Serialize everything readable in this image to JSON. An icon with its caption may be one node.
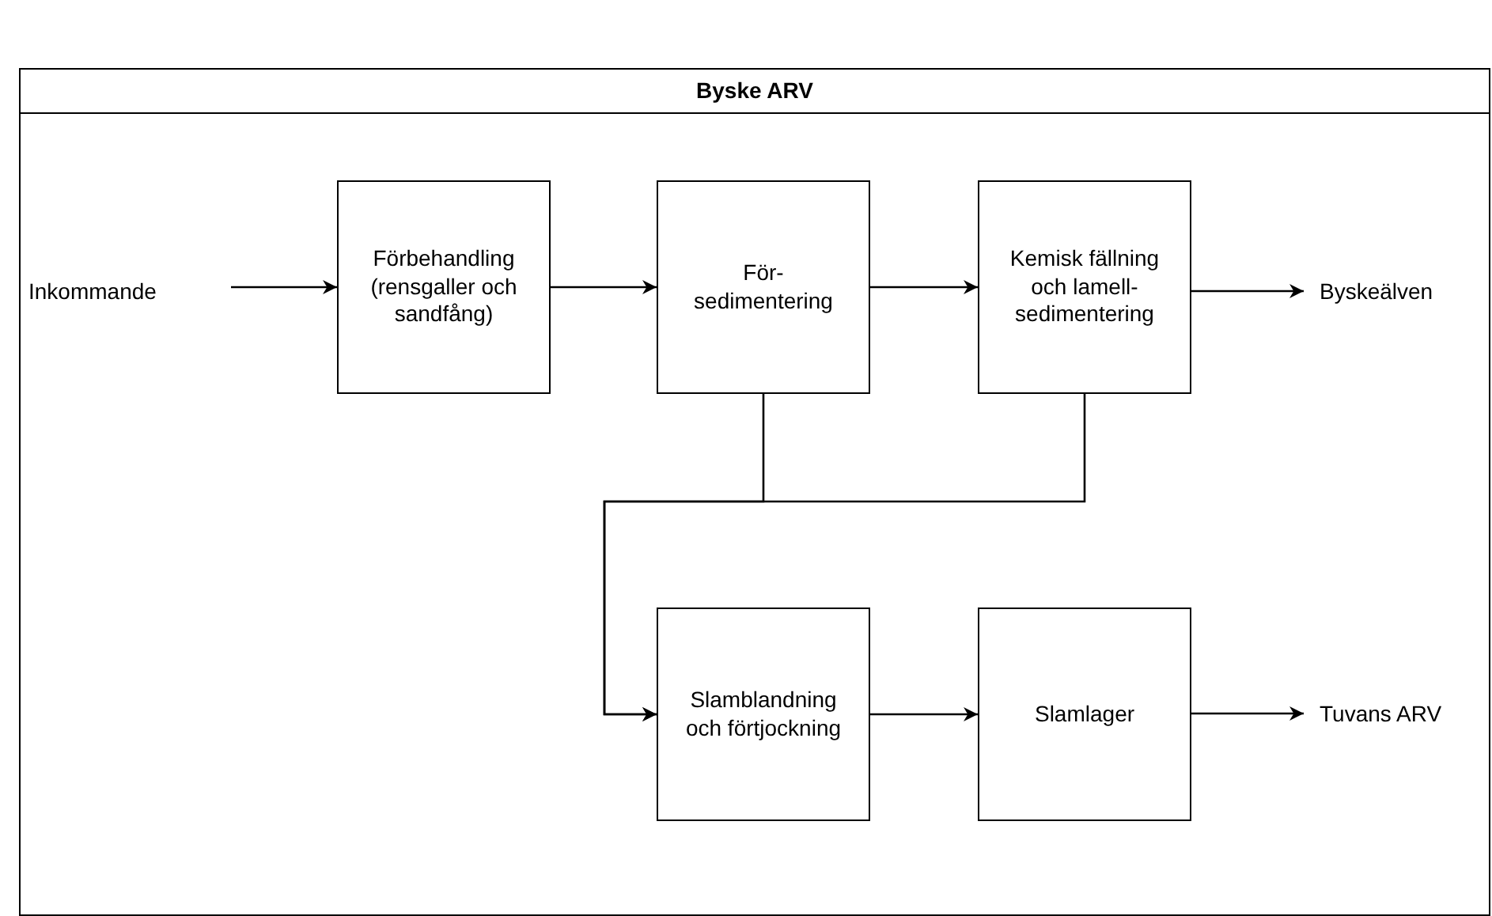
{
  "diagram": {
    "nodes": [
      {
        "text": [
          "Byske ARV"
        ]
      },
      {
        "text": [
          "Inkommande"
        ],
        "in": 0
      },
      {
        "text": [
          "Förbehandling (rensgaller och sandfång)"
        ],
        "in": 0
      },
      {
        "text": [
          "För-sedimentering"
        ],
        "in": 0
      },
      {
        "text": [
          "Kemisk fällning och lamell-sedimentering"
        ],
        "in": 0
      },
      {
        "text": [
          "Byskeälven"
        ],
        "in": 0
      },
      {
        "text": [
          "Slamblandning och förtjockning"
        ],
        "in": 0
      },
      {
        "text": [
          "Slamlager"
        ],
        "in": 0
      },
      {
        "text": [
          "Tuvans ARV"
        ],
        "in": 0
      }
    ],
    "edges": [
      {
        "from": 1,
        "to": 2,
        "arrow": "to"
      },
      {
        "from": 2,
        "to": 3,
        "arrow": "to"
      },
      {
        "from": 3,
        "to": 4,
        "arrow": "to"
      },
      {
        "from": 4,
        "to": 5,
        "arrow": "to"
      },
      {
        "from": 3,
        "to": 6,
        "arrow": "to"
      },
      {
        "from": 4,
        "to": 6,
        "arrow": "to"
      },
      {
        "from": 6,
        "to": 7,
        "arrow": "to"
      },
      {
        "from": 7,
        "to": 8,
        "arrow": "to"
      }
    ]
  }
}
